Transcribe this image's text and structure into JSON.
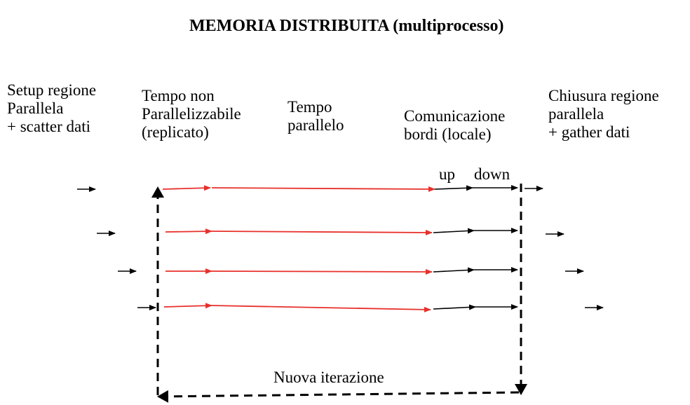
{
  "title": "MEMORIA DISTRIBUITA  (multiprocesso)",
  "labels": {
    "setup": [
      "Setup regione",
      "Parallela",
      "+ scatter dati"
    ],
    "non_parallel": [
      "Tempo non",
      "Parallelizzabile",
      "(replicato)"
    ],
    "parallel": [
      "Tempo",
      "parallelo"
    ],
    "communication": [
      "Comunicazione",
      "bordi (locale)"
    ],
    "closing": [
      "Chiusura regione",
      "parallela",
      "+ gather dati"
    ],
    "up": "up",
    "down": "down",
    "loop": "Nuova iterazione"
  },
  "colors": {
    "parallel_arrow": "#e8302a",
    "communication_arrow": "#000000",
    "loop_arrow": "#000000"
  },
  "process_count": 4
}
